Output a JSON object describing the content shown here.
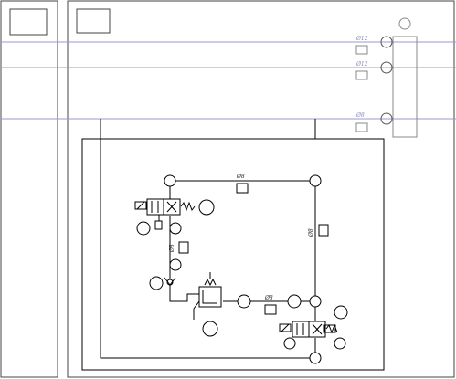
{
  "colors": {
    "stroke": "#000000",
    "faint_line": "#9a9ad0",
    "faint_label": "#8a8ab8",
    "frame": "#555555"
  },
  "supply_lines": [
    {
      "label": "Ø12"
    },
    {
      "label": "Ø12"
    },
    {
      "label": "Ø8"
    }
  ],
  "circuit_pipes": [
    {
      "label": "Ø8"
    },
    {
      "label": "Ø8"
    },
    {
      "label": "Ø8"
    },
    {
      "label": "Ø8"
    }
  ],
  "symbols": {
    "valve_top": "5/2 solenoid valve with spring return",
    "valve_bottom": "5/2 solenoid valve with spring return",
    "check_valve": "non-return valve",
    "pressure_switch": "pressure switch / regulator"
  }
}
